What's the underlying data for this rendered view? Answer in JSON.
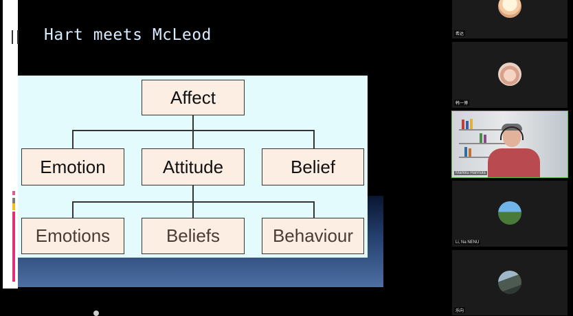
{
  "slide": {
    "title": "Hart meets McLeod",
    "diagram": {
      "root": "Affect",
      "level1": [
        "Emotion",
        "Attitude",
        "Belief"
      ],
      "level2": [
        "Emotions",
        "Beliefs",
        "Behaviour"
      ]
    }
  },
  "participants": [
    {
      "name": "希达",
      "avatar": "cartoon-avatar"
    },
    {
      "name": "韩一博",
      "avatar": "person-avatar"
    },
    {
      "name": "Markku Hannula",
      "avatar": "camera-video",
      "active": true
    },
    {
      "name": "Li, Na NENU",
      "avatar": "landscape-avatar"
    },
    {
      "name": "乐向",
      "avatar": "landscape-avatar"
    }
  ],
  "colors": {
    "active_speaker": "#5ec23a",
    "diagram_bg": "#e4fbfd",
    "node_bg": "#fdeee4"
  }
}
